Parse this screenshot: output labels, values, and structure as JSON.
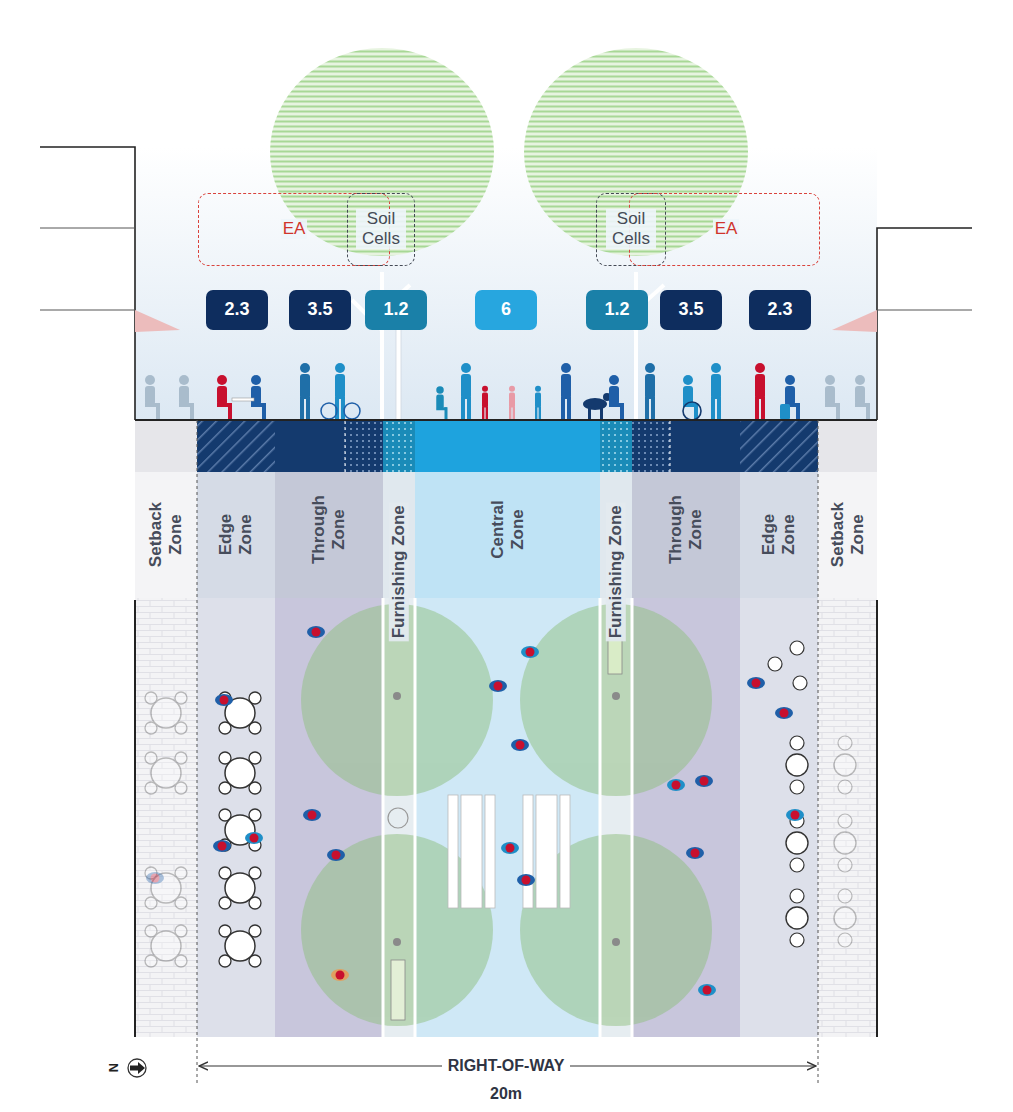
{
  "diagram": {
    "nodes": [
      {
        "text": [
          "EA"
        ]
      },
      {
        "text": [
          "Soil Cells"
        ]
      },
      {
        "text": [
          "Soil Cells"
        ]
      },
      {
        "text": [
          "EA"
        ]
      },
      {
        "text": [
          "2.3"
        ]
      },
      {
        "text": [
          "3.5"
        ]
      },
      {
        "text": [
          "1.2"
        ]
      },
      {
        "text": [
          "6"
        ]
      },
      {
        "text": [
          "1.2"
        ]
      },
      {
        "text": [
          "3.5"
        ]
      },
      {
        "text": [
          "2.3"
        ]
      },
      {
        "text": [
          "Setback Zone"
        ]
      },
      {
        "text": [
          "Edge Zone"
        ]
      },
      {
        "text": [
          "Through Zone"
        ]
      },
      {
        "text": [
          "Furnishing Zone"
        ]
      },
      {
        "text": [
          "Central Zone"
        ]
      },
      {
        "text": [
          "Furnishing Zone"
        ]
      },
      {
        "text": [
          "Through Zone"
        ]
      },
      {
        "text": [
          "Edge Zone"
        ]
      },
      {
        "text": [
          "Setback Zone"
        ]
      }
    ],
    "labels": [
      "RIGHT-OF-WAY",
      "20m",
      "N"
    ]
  }
}
